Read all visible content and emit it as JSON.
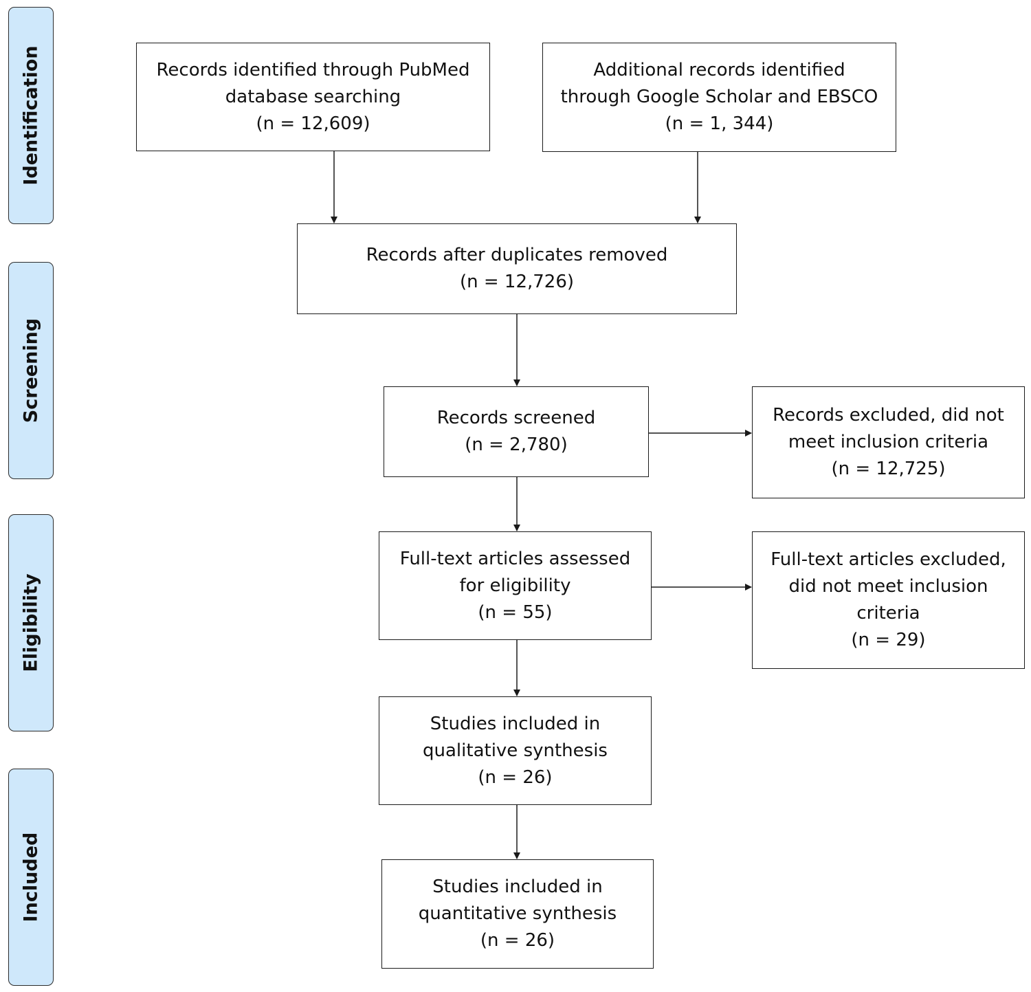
{
  "phases": {
    "identification": "Identification",
    "screening": "Screening",
    "eligibility": "Eligibility",
    "included": "Included"
  },
  "boxes": {
    "pubmed": {
      "line1": "Records identified through PubMed",
      "line2": "database searching",
      "count": "(n = 12,609)"
    },
    "additional": {
      "line1": "Additional records identified",
      "line2": "through Google Scholar and EBSCO",
      "count": "(n = 1, 344)"
    },
    "duplicates_removed": {
      "line1": "Records after duplicates removed",
      "count": "(n = 12,726)"
    },
    "screened": {
      "line1": "Records screened",
      "count": "(n = 2,780)"
    },
    "records_excluded": {
      "line1": "Records excluded, did not",
      "line2": "meet inclusion criteria",
      "count": "(n = 12,725)"
    },
    "fulltext_assessed": {
      "line1": "Full-text articles assessed",
      "line2": "for eligibility",
      "count": "(n = 55)"
    },
    "fulltext_excluded": {
      "line1": "Full-text articles excluded,",
      "line2": "did not meet inclusion",
      "line3": "criteria",
      "count": "(n = 29)"
    },
    "qualitative": {
      "line1": "Studies included in",
      "line2": "qualitative synthesis",
      "count": "(n = 26)"
    },
    "quantitative": {
      "line1": "Studies included in",
      "line2": "quantitative synthesis",
      "count": "(n = 26)"
    }
  },
  "colors": {
    "phase_fill": "#cfe8fb",
    "stroke": "#1a1a1a"
  }
}
